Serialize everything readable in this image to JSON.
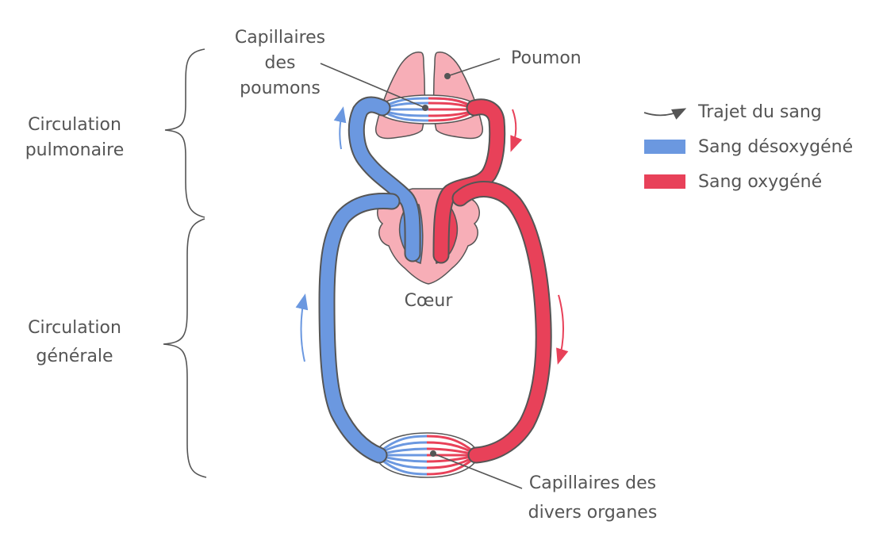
{
  "labels": {
    "cap_lungs_1": "Capillaires",
    "cap_lungs_2": "des",
    "cap_lungs_3": "poumons",
    "lung": "Poumon",
    "heart": "Cœur",
    "cap_organs_1": "Capillaires des",
    "cap_organs_2": "divers organes",
    "pulmonary_1": "Circulation",
    "pulmonary_2": "pulmonaire",
    "general_1": "Circulation",
    "general_2": "générale"
  },
  "legend": {
    "path": "Trajet du sang",
    "deoxygenated": "Sang désoxygéné",
    "oxygenated": "Sang oxygéné"
  },
  "colors": {
    "deoxygenated": "#6b98e0",
    "oxygenated": "#e84159",
    "organ": "#f7aeb7",
    "outline": "#555555"
  }
}
